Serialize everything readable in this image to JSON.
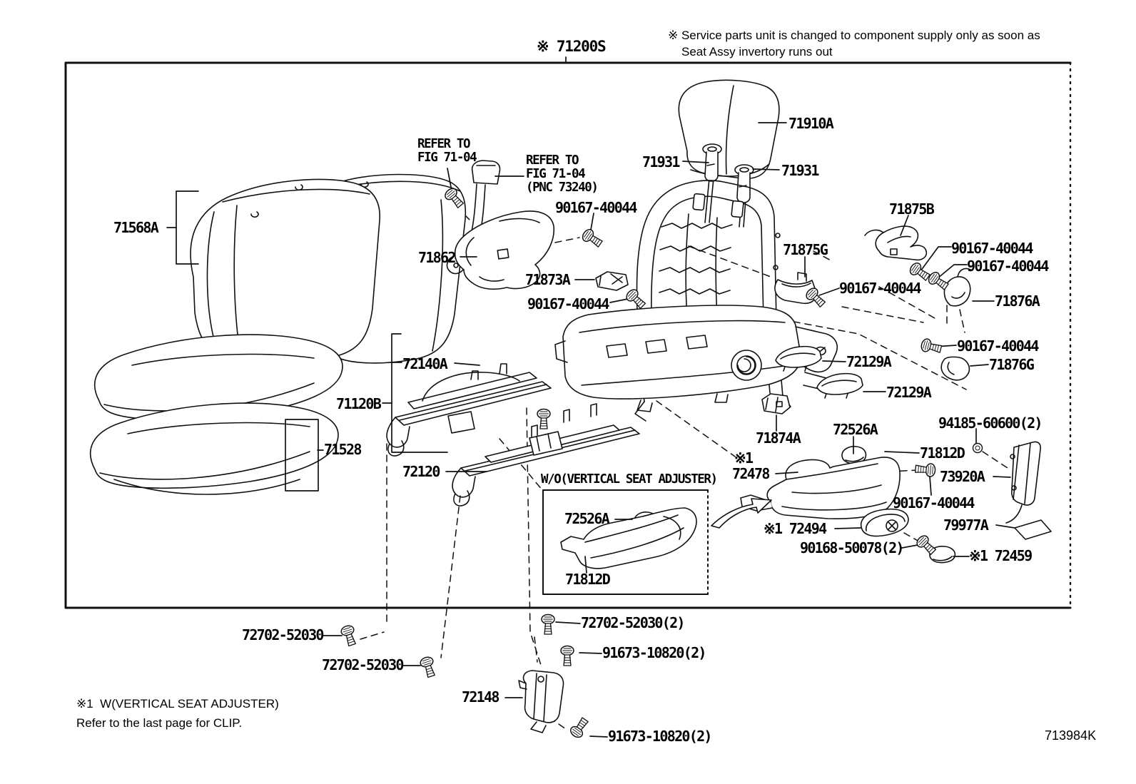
{
  "page": {
    "background": "#ffffff",
    "line_color": "#111111",
    "assembly_code": "※ 71200S",
    "service_note": [
      "※ Service parts unit is changed to component supply only as soon as",
      "Seat Assy invertory runs out"
    ],
    "footnotes": [
      "※1  W(VERTICAL SEAT ADJUSTER)",
      "Refer to the last page for CLIP."
    ],
    "figure_code": "713984K"
  },
  "inset": {
    "title": "W/O(VERTICAL SEAT ADJUSTER)"
  },
  "labels": [
    {
      "text": "71910A"
    },
    {
      "text": "71931"
    },
    {
      "text": "71931"
    },
    {
      "text": "REFER TO\nFIG 71-04"
    },
    {
      "text": "REFER TO\nFIG 71-04\n(PNC 73240)"
    },
    {
      "text": "90167-40044"
    },
    {
      "text": "71875B"
    },
    {
      "text": "90167-40044"
    },
    {
      "text": "90167-40044"
    },
    {
      "text": "90167-40044"
    },
    {
      "text": "71875G"
    },
    {
      "text": "71876A"
    },
    {
      "text": "71862"
    },
    {
      "text": "71873A"
    },
    {
      "text": "90167-40044"
    },
    {
      "text": "90167-40044"
    },
    {
      "text": "72129A"
    },
    {
      "text": "71876G"
    },
    {
      "text": "72129A"
    },
    {
      "text": "71874A"
    },
    {
      "text": "72526A"
    },
    {
      "text": "94185-60600(2)"
    },
    {
      "text": "71812D"
    },
    {
      "text": "73920A"
    },
    {
      "text": "90167-40044"
    },
    {
      "text": "79977A"
    },
    {
      "text": "※1"
    },
    {
      "text": "72478"
    },
    {
      "text": "※1 72494"
    },
    {
      "text": "90168-50078(2)"
    },
    {
      "text": "※1 72459"
    },
    {
      "text": "71568A"
    },
    {
      "text": "72140A"
    },
    {
      "text": "71120B"
    },
    {
      "text": "71528"
    },
    {
      "text": "72120"
    },
    {
      "text": "72702-52030"
    },
    {
      "text": "72702-52030"
    },
    {
      "text": "72702-52030(2)"
    },
    {
      "text": "91673-10820(2)"
    },
    {
      "text": "72148"
    },
    {
      "text": "91673-10820(2)"
    },
    {
      "text": "72526A"
    },
    {
      "text": "71812D"
    }
  ]
}
